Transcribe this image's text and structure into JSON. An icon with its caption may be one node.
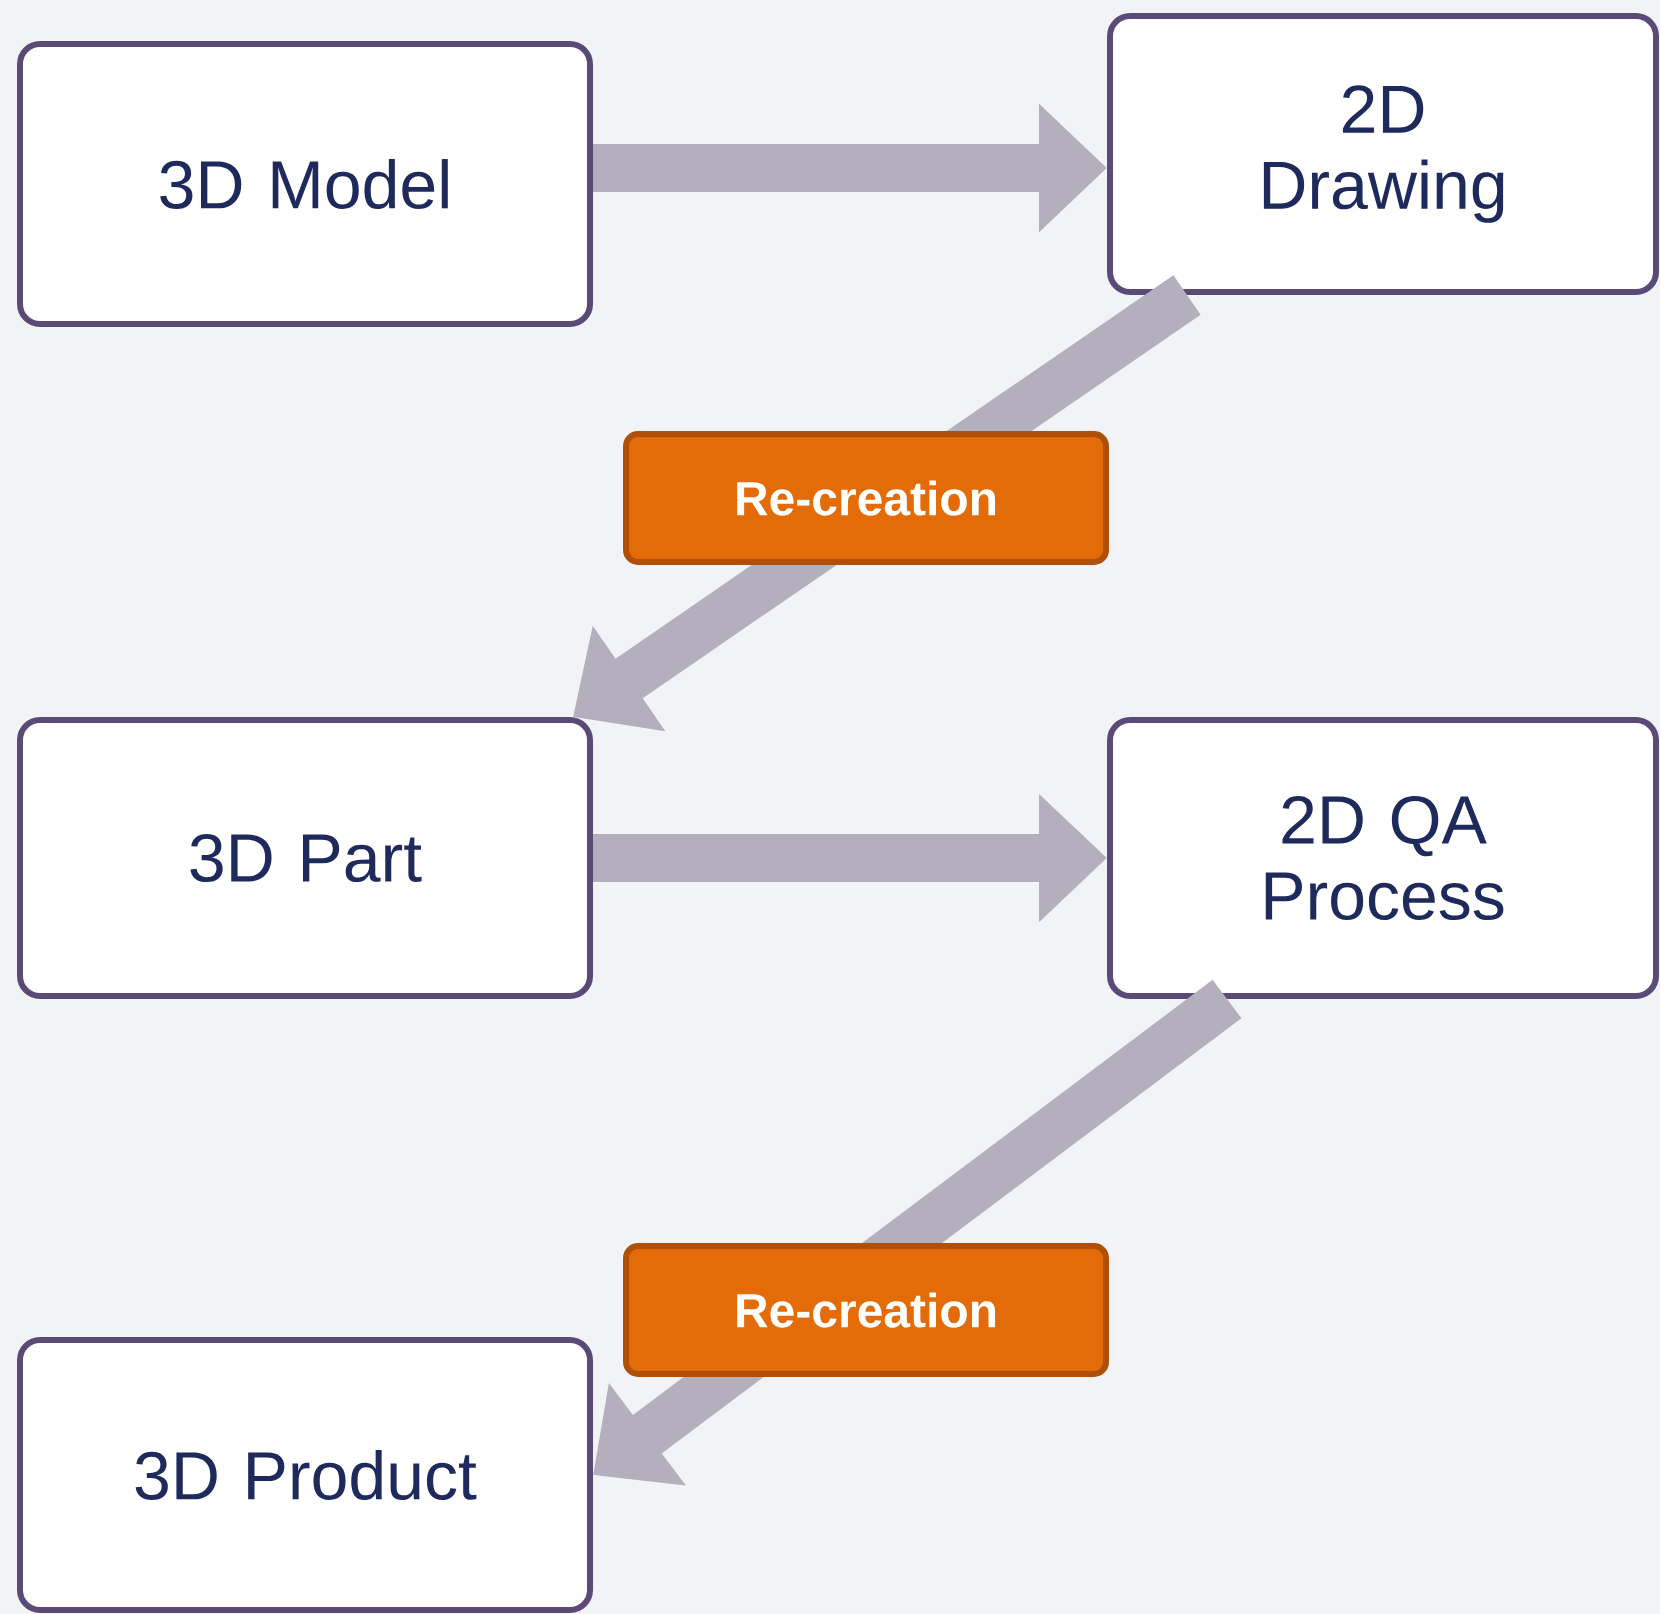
{
  "diagram": {
    "nodes": [
      {
        "text": [
          "3D Model"
        ]
      },
      {
        "text": [
          "2D Drawing"
        ]
      },
      {
        "text": [
          "3D Part"
        ]
      },
      {
        "text": [
          "2D QA Process"
        ]
      },
      {
        "text": [
          "3D Product"
        ]
      }
    ],
    "edges": [
      {
        "from": 0,
        "to": 1,
        "arrow": "to"
      },
      {
        "from": 1,
        "to": 2,
        "arrow": "to",
        "label": "Re-creation"
      },
      {
        "from": 2,
        "to": 3,
        "arrow": "to"
      },
      {
        "from": 3,
        "to": 4,
        "arrow": "to",
        "label": "Re-creation"
      }
    ]
  }
}
